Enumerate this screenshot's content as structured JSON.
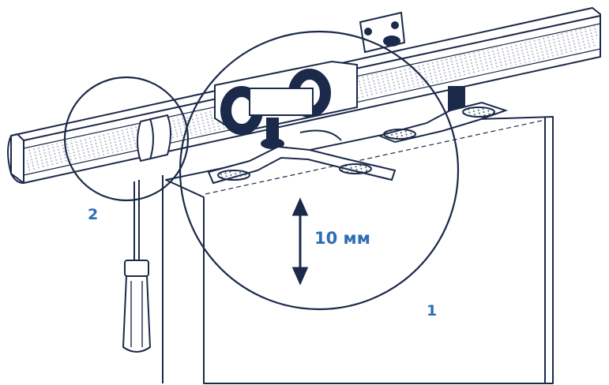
{
  "diagram": {
    "dimension_label": "10 мм",
    "callout_1": "1",
    "callout_2": "2",
    "colors": {
      "line": "#1b2a4a",
      "accent": "#2e6db4",
      "hatch": "#3a4a6a",
      "background": "#ffffff"
    }
  }
}
